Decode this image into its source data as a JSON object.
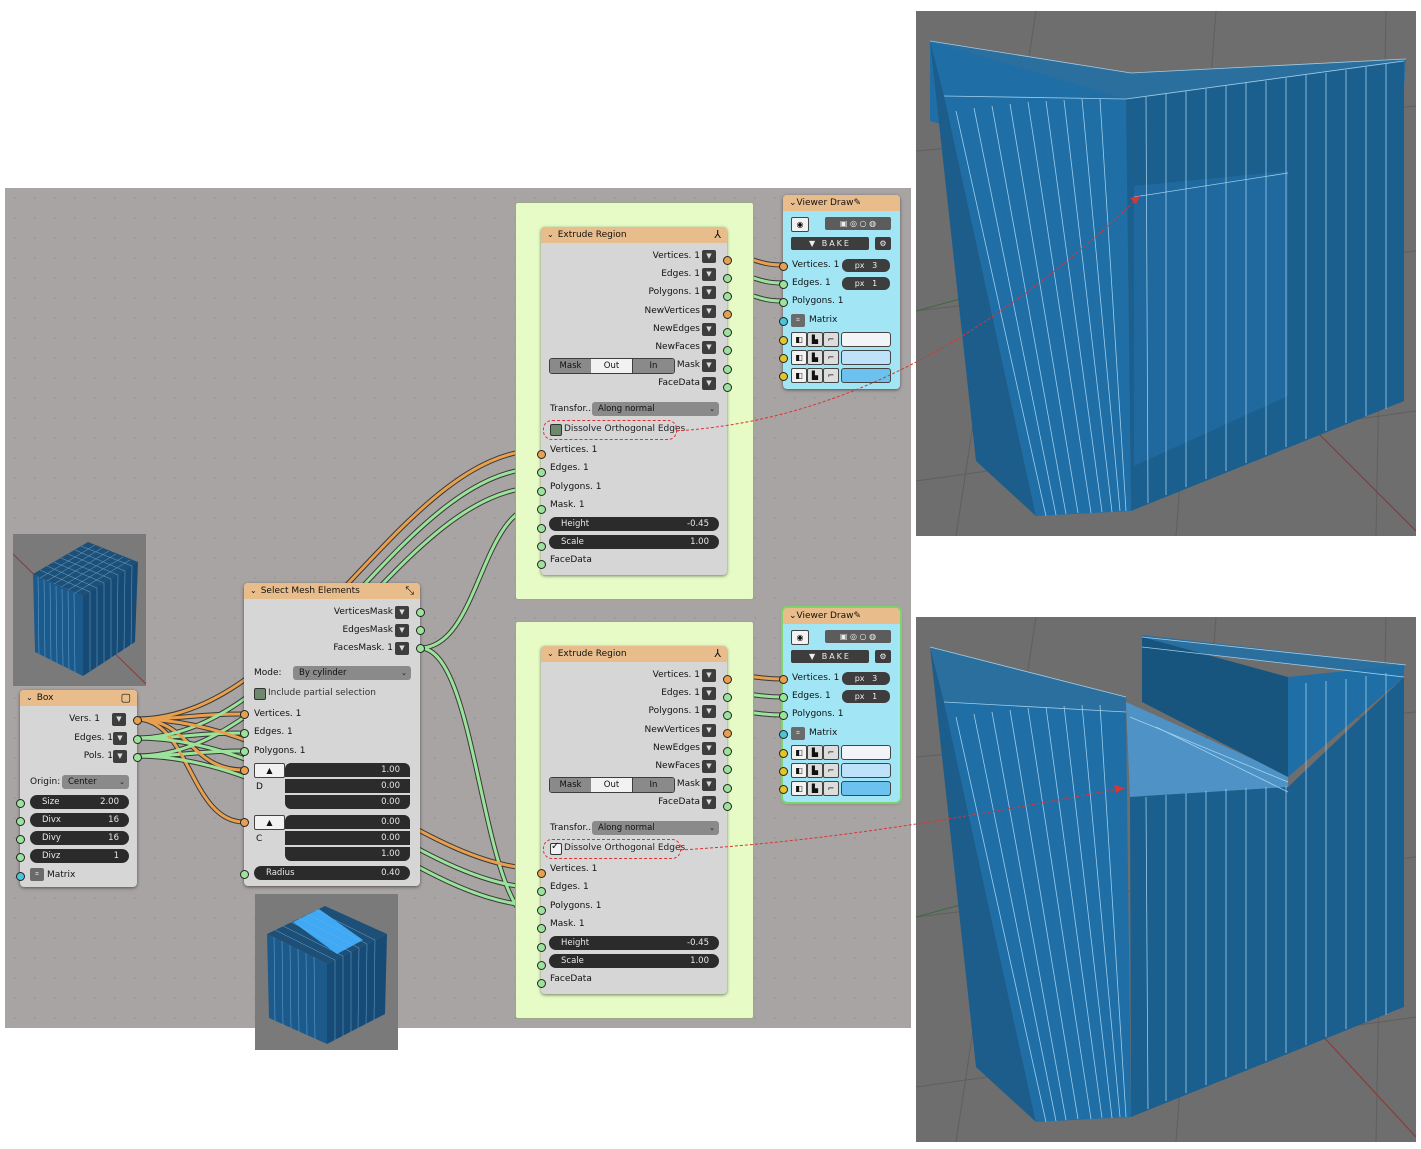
{
  "box_node": {
    "title": "Box",
    "outputs": [
      "Vers. 1",
      "Edges. 1",
      "Pols. 1"
    ],
    "origin_label": "Origin:",
    "origin_value": "Center",
    "fields": [
      {
        "label": "Size",
        "value": "2.00"
      },
      {
        "label": "Divx",
        "value": "16"
      },
      {
        "label": "Divy",
        "value": "16"
      },
      {
        "label": "Divz",
        "value": "1"
      }
    ],
    "matrix_label": "Matrix"
  },
  "select_node": {
    "title": "Select Mesh Elements",
    "outputs": [
      "VerticesMask",
      "EdgesMask",
      "FacesMask. 1"
    ],
    "mode_label": "Mode:",
    "mode_value": "By cylinder",
    "partial_label": "Include partial selection",
    "inputs": [
      "Vertices. 1",
      "Edges. 1",
      "Polygons. 1"
    ],
    "d_label": "D",
    "d_values": [
      "1.00",
      "0.00",
      "0.00"
    ],
    "c_label": "C",
    "c_values": [
      "0.00",
      "0.00",
      "1.00"
    ],
    "radius_label": "Radius",
    "radius_value": "0.40"
  },
  "extrude_nodes": [
    {
      "title": "Extrude Region",
      "outputs": [
        "Vertices. 1",
        "Edges. 1",
        "Polygons. 1",
        "NewVertices",
        "NewEdges",
        "NewFaces"
      ],
      "mask_tabs": [
        "Mask",
        "Out",
        "In"
      ],
      "mask_out_label": "Mask",
      "facedata_out": "FaceData",
      "transform_label": "Transfor...",
      "transform_value": "Along normal",
      "dissolve_label": "Dissolve Orthogonal Edges",
      "dissolve_checked": false,
      "inputs": [
        "Vertices. 1",
        "Edges. 1",
        "Polygons. 1",
        "Mask. 1"
      ],
      "height_label": "Height",
      "height_value": "-0.45",
      "scale_label": "Scale",
      "scale_value": "1.00",
      "facedata_in": "FaceData"
    },
    {
      "title": "Extrude Region",
      "outputs": [
        "Vertices. 1",
        "Edges. 1",
        "Polygons. 1",
        "NewVertices",
        "NewEdges",
        "NewFaces"
      ],
      "mask_tabs": [
        "Mask",
        "Out",
        "In"
      ],
      "mask_out_label": "Mask",
      "facedata_out": "FaceData",
      "transform_label": "Transfor...",
      "transform_value": "Along normal",
      "dissolve_label": "Dissolve Orthogonal Edges",
      "dissolve_checked": true,
      "inputs": [
        "Vertices. 1",
        "Edges. 1",
        "Polygons. 1",
        "Mask. 1"
      ],
      "height_label": "Height",
      "height_value": "-0.45",
      "scale_label": "Scale",
      "scale_value": "1.00",
      "facedata_in": "FaceData"
    }
  ],
  "viewer_nodes": [
    {
      "title": "Viewer Draw",
      "bake": "BAKE",
      "inputs": [
        "Vertices. 1",
        "Edges. 1",
        "Polygons. 1",
        "Matrix"
      ],
      "px_label": "px",
      "vert_size": "3",
      "edge_size": "1"
    },
    {
      "title": "Viewer Draw",
      "bake": "BAKE",
      "inputs": [
        "Vertices. 1",
        "Edges. 1",
        "Polygons. 1",
        "Matrix"
      ],
      "px_label": "px",
      "vert_size": "3",
      "edge_size": "1"
    }
  ],
  "colors": {
    "node_header": "#e9bd8b",
    "viewer_body": "#a2e5f5",
    "frame": "#e6fbc6",
    "vertex_socket": "#e8a04e",
    "edge_socket": "#9be39b",
    "matrix_socket": "#4cc3d8",
    "mesh_blue": "#1f6ea6",
    "selection_blue": "#3fa9f5"
  },
  "icons": [
    "chevron-down-icon",
    "box-icon",
    "select-icon",
    "extrude-icon",
    "pencil-icon",
    "eye-icon",
    "bake-icon"
  ]
}
